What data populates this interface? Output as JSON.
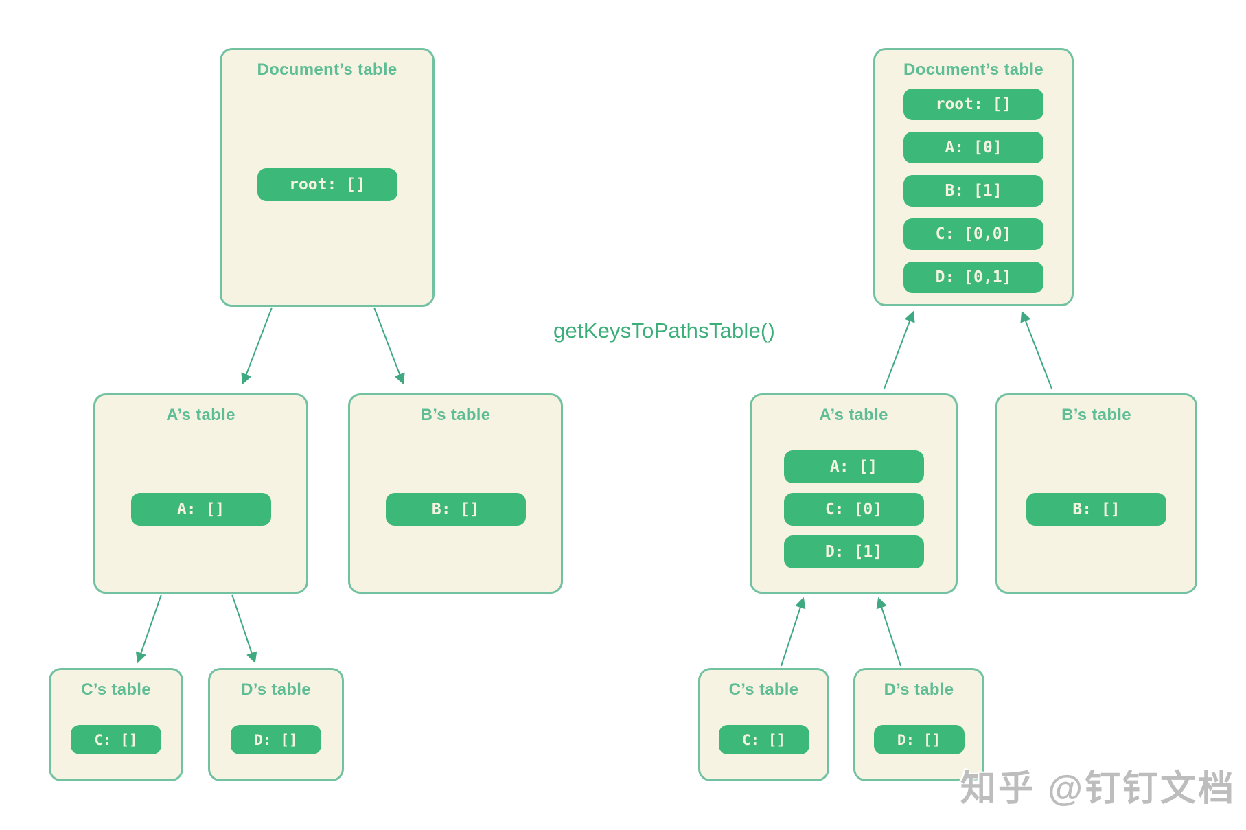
{
  "function_label": "getKeysToPathsTable()",
  "watermark": "知乎 @钉钉文档",
  "left": {
    "document_table": {
      "title": "Document’s table",
      "entries": [
        "root: []"
      ]
    },
    "a_table": {
      "title": "A’s table",
      "entries": [
        "A: []"
      ]
    },
    "b_table": {
      "title": "B’s table",
      "entries": [
        "B: []"
      ]
    },
    "c_table": {
      "title": "C’s table",
      "entries": [
        "C: []"
      ]
    },
    "d_table": {
      "title": "D’s table",
      "entries": [
        "D: []"
      ]
    }
  },
  "right": {
    "document_table": {
      "title": "Document’s table",
      "entries": [
        "root: []",
        "A: [0]",
        "B: [1]",
        "C: [0,0]",
        "D: [0,1]"
      ]
    },
    "a_table": {
      "title": "A’s table",
      "entries": [
        "A: []",
        "C: [0]",
        "D: [1]"
      ]
    },
    "b_table": {
      "title": "B’s table",
      "entries": [
        "B: []"
      ]
    },
    "c_table": {
      "title": "C’s table",
      "entries": [
        "C: []"
      ]
    },
    "d_table": {
      "title": "D’s table",
      "entries": [
        "D: []"
      ]
    }
  },
  "colors": {
    "box_fill": "#f7f3e3",
    "box_border": "#72c1a1",
    "pill_fill": "#3cb878",
    "pill_text": "#f7f3e3",
    "title_text": "#5ebd94",
    "label_text": "#3bae79",
    "arrow": "#3fa982",
    "watermark_text": "#bdbdbd"
  }
}
